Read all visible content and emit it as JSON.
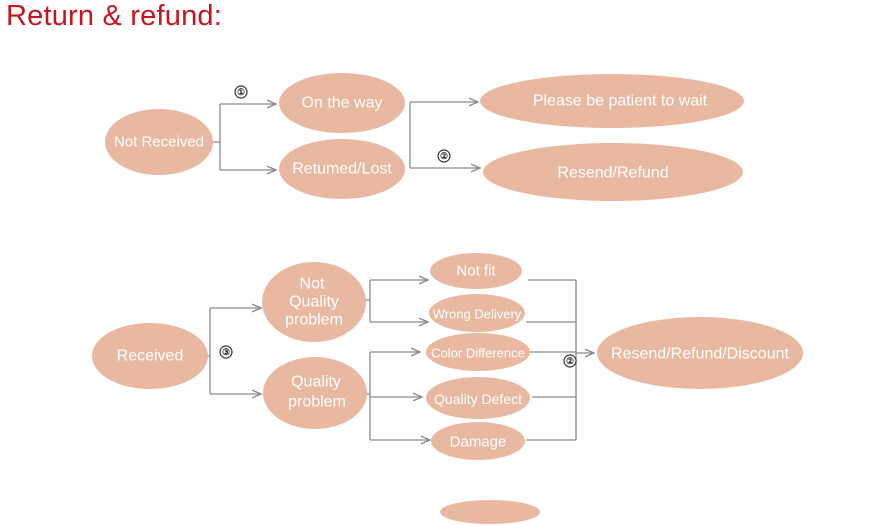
{
  "title": "Return & refund:",
  "colors": {
    "node_fill": "#e9b8a1",
    "node_text": "#ffffff",
    "line": "#8a8a8a",
    "title": "#c8141e"
  },
  "badges": {
    "one": "①",
    "two": "②",
    "three": "③"
  },
  "nodes": {
    "not_received": "Not Received",
    "on_the_way": "On the way",
    "returned_lost": "Retumed/Lost",
    "patient": "Please be patient to wait",
    "resend_refund": "Resend/Refund",
    "received": "Received",
    "not_quality": [
      "Not",
      "Quality",
      "problem"
    ],
    "quality": [
      "Quality",
      "problem"
    ],
    "not_fit": "Not fit",
    "wrong_delivery": "Wrong Delivery",
    "color_difference": "Color Difference",
    "quality_defect": "Quality Defect",
    "damage": "Damage",
    "resend_refund_discount": "Resend/Refund/Discount"
  }
}
